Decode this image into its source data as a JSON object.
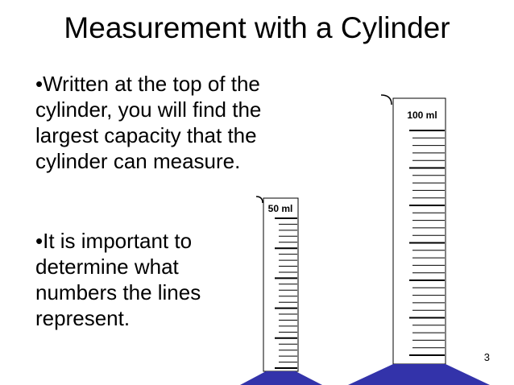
{
  "slide": {
    "title": "Measurement with a Cylinder",
    "bullets": [
      {
        "lines": [
          "•Written at the top of the",
          "cylinder, you will find the",
          "largest capacity that the",
          "cylinder can measure."
        ]
      },
      {
        "lines": [
          "•It is important to",
          "determine what",
          "numbers the lines",
          "represent."
        ]
      }
    ],
    "page_number": "3"
  },
  "cylinders": [
    {
      "capacity_label": "50 ml",
      "major_marks": 5,
      "minor_per_major": 5
    },
    {
      "capacity_label": "100 ml",
      "major_marks": 6,
      "minor_per_major": 5
    }
  ],
  "colors": {
    "base": "#3333aa",
    "text": "#000000",
    "tube_outline": "#000000"
  }
}
